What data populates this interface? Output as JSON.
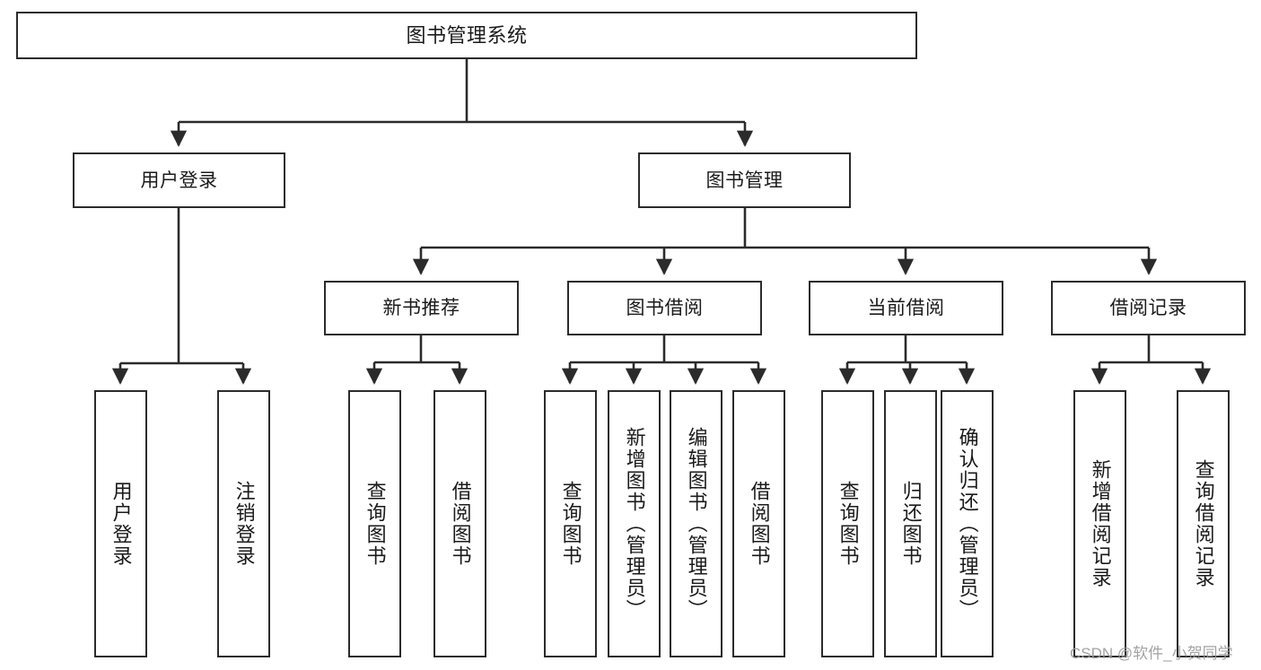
{
  "diagram": {
    "title": "图书管理系统",
    "type": "tree-hierarchy-chart",
    "levels": {
      "root": {
        "label": "图书管理系统"
      },
      "level2": [
        {
          "id": "user-login",
          "label": "用户登录"
        },
        {
          "id": "book-management",
          "label": "图书管理"
        }
      ],
      "level3": [
        {
          "id": "new-book-recommend",
          "label": "新书推荐",
          "parent": "book-management"
        },
        {
          "id": "book-borrow",
          "label": "图书借阅",
          "parent": "book-management"
        },
        {
          "id": "current-borrow",
          "label": "当前借阅",
          "parent": "book-management"
        },
        {
          "id": "borrow-record",
          "label": "借阅记录",
          "parent": "book-management"
        }
      ],
      "leaves": [
        {
          "id": "leaf-user-login",
          "label": "用户登录",
          "parent": "user-login"
        },
        {
          "id": "leaf-logout-login",
          "label": "注销登录",
          "parent": "user-login"
        },
        {
          "id": "leaf-query-book-1",
          "label": "查询图书",
          "parent": "new-book-recommend"
        },
        {
          "id": "leaf-borrow-book-1",
          "label": "借阅图书",
          "parent": "new-book-recommend"
        },
        {
          "id": "leaf-query-book-2",
          "label": "查询图书",
          "parent": "book-borrow"
        },
        {
          "id": "leaf-add-book",
          "label": "新增图书（管理员）",
          "parent": "book-borrow"
        },
        {
          "id": "leaf-edit-book",
          "label": "编辑图书（管理员）",
          "parent": "book-borrow"
        },
        {
          "id": "leaf-borrow-book-2",
          "label": "借阅图书",
          "parent": "book-borrow"
        },
        {
          "id": "leaf-query-book-3",
          "label": "查询图书",
          "parent": "current-borrow"
        },
        {
          "id": "leaf-return-book",
          "label": "归还图书",
          "parent": "current-borrow"
        },
        {
          "id": "leaf-confirm-return",
          "label": "确认归还（管理员）",
          "parent": "current-borrow"
        },
        {
          "id": "leaf-add-record",
          "label": "新增借阅记录",
          "parent": "borrow-record"
        },
        {
          "id": "leaf-query-record",
          "label": "查询借阅记录",
          "parent": "borrow-record"
        }
      ]
    },
    "colors": {
      "box_border": "#2b2b2b",
      "box_fill": "#ffffff",
      "edge": "#2b2b2b",
      "text": "#1a1a1a",
      "watermark": "#9b9b9b"
    }
  },
  "watermark": {
    "text": "CSDN @软件_小贺同学"
  }
}
